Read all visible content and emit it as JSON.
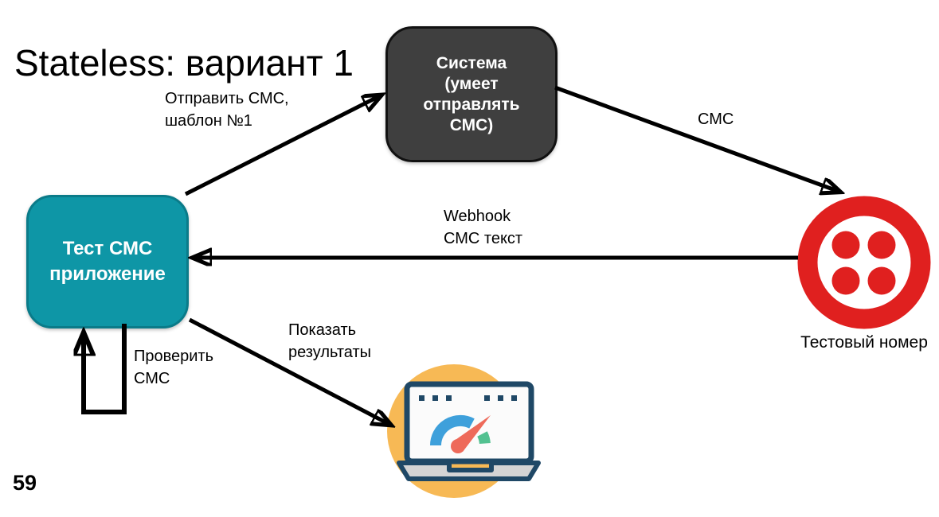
{
  "slide": {
    "title": "Stateless: вариант 1",
    "page_number": "59"
  },
  "colors": {
    "teal": "#0E96A6",
    "teal_border": "#0A7B89",
    "dark": "#3F3F3F",
    "dark_border": "#111111",
    "twilio_red": "#E0201F",
    "arrow": "#000000",
    "orange": "#F7B955",
    "navy": "#1F4866",
    "gauge_blue": "#3EA0DB",
    "gauge_red": "#EE6A5A",
    "gauge_green": "#52C190",
    "base_gray": "#D4D4D4"
  },
  "nodes": {
    "system": {
      "label": "Система\n(умеет\nотправлять\nСМС)"
    },
    "test_app": {
      "label": "Тест СМС\nприложение"
    },
    "twilio": {
      "icon": "twilio-logo",
      "caption": "Тестовый номер"
    },
    "results": {
      "icon": "laptop-dashboard"
    }
  },
  "edges": {
    "send_sms": {
      "from": "test_app",
      "to": "system",
      "label": "Отправить СМС,\nшаблон №1"
    },
    "sms": {
      "from": "system",
      "to": "twilio",
      "label": "СМС"
    },
    "webhook": {
      "from": "twilio",
      "to": "test_app",
      "label": "Webhook\nСМС текст"
    },
    "show_results": {
      "from": "test_app",
      "to": "results",
      "label": "Показать\nрезультаты"
    },
    "check_sms": {
      "from": "test_app",
      "to": "test_app",
      "label": "Проверить\nСМС"
    }
  }
}
